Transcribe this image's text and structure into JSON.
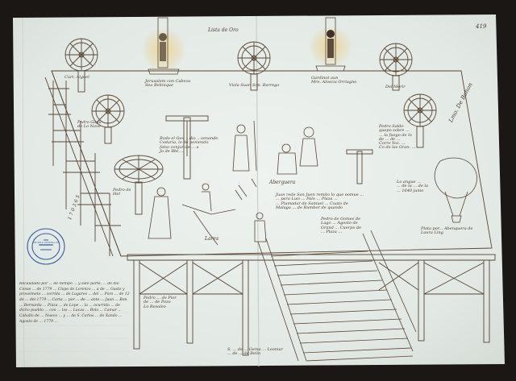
{
  "colors": {
    "background": "#1b1714",
    "paper": "#e4ebe6",
    "ink": "#4a3a2a",
    "stamp": "#3d5fa8",
    "flame": "#e3c784"
  },
  "icons": [
    "wheel-icon",
    "stake-fire-icon",
    "gallows-icon",
    "gibbet-icon",
    "stamp-seal"
  ],
  "page_number": "419",
  "labels": {
    "top_center": "Lista de Oro",
    "wheel_label_1": "Curt. Alguel",
    "stake_label_1": "Jerusalem con Cabeza\nSea Belinique",
    "wheel_label_2": "Viola Suar. Son. Barrego",
    "stake_label_2": "Gardinot aun\nMre. Aloscia Orriagno",
    "wheel_label_3": "Del Morir",
    "right_edge": "Lmo. De Bohon",
    "wheel_label_4": "Pedro Gagu\nde Lo Nave",
    "gallows_label": "Rvdo el Geo ...dio ...venando\nCedaria, lo de poniendo\nfalso conjur de ... a\nJo de Bbt....",
    "wheel_label_5": "Pedro de\nHel",
    "gibbet_label": "Pedro Saldo\nquepo sobre ...\n... la fuego de lo\nde ... de ...\nCorre Yoz. ...\nCo de las Gran. ...",
    "balloon_label": "Lo angue ...\n... de la ... de la\n... 1640 junio",
    "executioner_label": "Aberguera",
    "center_note": "Juan rede San Juen remito lo que oomue ...\n... para Luis ... Palo ... Plaza ...\n... Plumadar de Samuel ... Cuato de\nMalaga ... de Rumbor de quando",
    "right_note": "Pedro de Gomes de\nLago ... Agosto de\nGrand ... Cuerpo de\n... Plaza ...",
    "lower_left_figure": "Lares",
    "under_stage_left": "Pedro ... de Pior\nde ... de Pozo\nLo Resoleo",
    "under_stage_center": "S. ... de ... Gema ... Leoniar\n... de ... de Belin",
    "balloon_bottom": "Plata por... Abenquera de\nLaura Ling",
    "margin_digits": "1 7 0 3 6 5"
  },
  "stamp": {
    "text": "ARCHIVO GENERAL DE SIMANCAS"
  },
  "note_paragraph": "Recaudado por ... de tiempo ... y este parte, ... de dio Conse ... de 1779 ... Clapo de Lorenzo ... a de ... Gasto y proveimeto ... corrida ... de Lugares ... del ... Poro ... de 12 de ... del 1779 ... Carta ... por ... de ... ante ... Juan ... Bon ... Bernarda ... Plaza ... de Lope ... la ... ocurrida ... de dicho pueblo ... con ... los ... Lucas ... Bolo ... Camar ... Caballo de ... Nuevo ... y ... de S. Carlos ... de Xando ... Agosto de ... 1779 ..."
}
